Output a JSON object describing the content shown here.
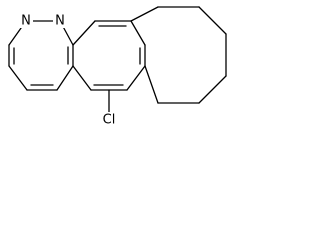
{
  "molecule": {
    "atoms": {
      "n1": "N",
      "n2": "N",
      "cl": "Cl"
    }
  }
}
